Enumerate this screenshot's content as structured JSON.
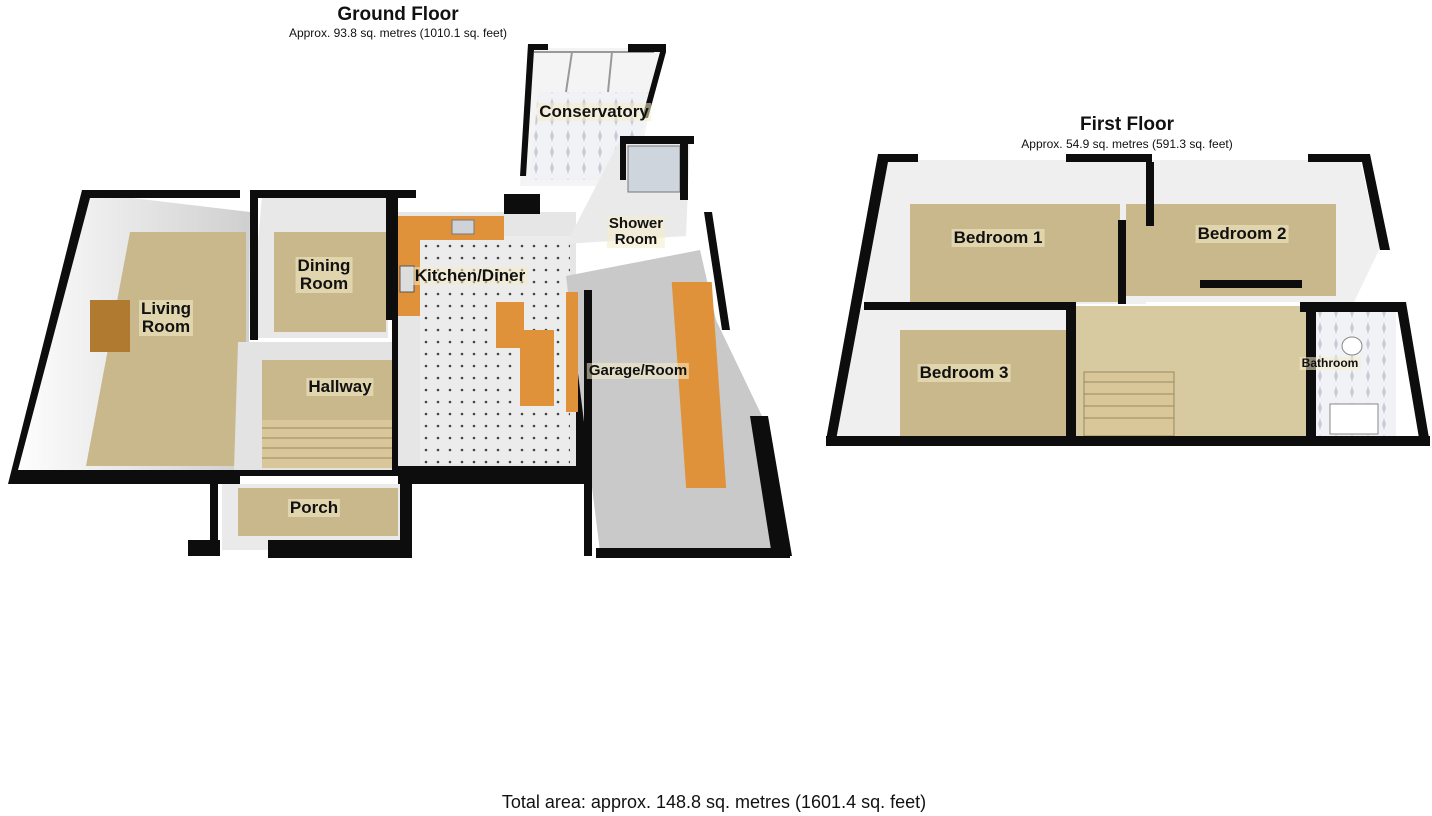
{
  "ground_floor": {
    "title": "Ground Floor",
    "area": "Approx. 93.8 sq. metres (1010.1 sq. feet)",
    "rooms": {
      "living_room": "Living\nRoom",
      "dining_room": "Dining\nRoom",
      "kitchen_diner": "Kitchen/Diner",
      "conservatory": "Conservatory",
      "shower_room": "Shower\nRoom",
      "hallway": "Hallway",
      "garage_room": "Garage/Room",
      "porch": "Porch"
    }
  },
  "first_floor": {
    "title": "First Floor",
    "area": "Approx. 54.9 sq. metres (591.3 sq. feet)",
    "rooms": {
      "bedroom_1": "Bedroom 1",
      "bedroom_2": "Bedroom 2",
      "bedroom_3": "Bedroom 3",
      "bathroom": "Bathroom"
    }
  },
  "total_area": "Total area: approx. 148.8 sq. metres (1601.4 sq. feet)",
  "colors": {
    "wall": "#0d0d0d",
    "carpet": "#c8b88c",
    "kitchen_floor": "#e6e6e6",
    "garage_floor": "#c9c9c9",
    "worktop": "#e0923a",
    "tile": "#eef0f4"
  }
}
